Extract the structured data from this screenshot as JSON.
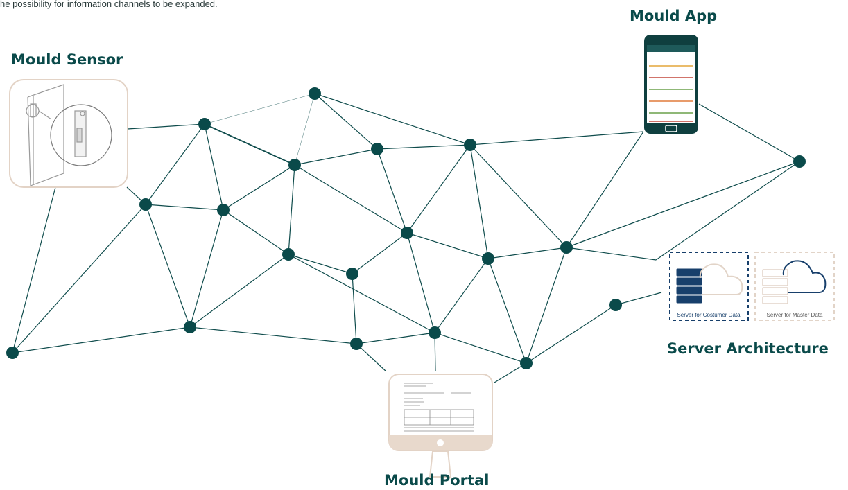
{
  "caption": "he possibility for information channels to be expanded.",
  "headings": {
    "sensor": "Mould Sensor",
    "app": "Mould App",
    "server": "Server Architecture",
    "portal": "Mould Portal"
  },
  "servers": {
    "customer": "Server for Costumer Data",
    "master": "Server for Master Data"
  },
  "colors": {
    "node": "#0a4a4a",
    "edge": "#0f4c4c",
    "panel_border": "#e3d3c6",
    "panel_fill": "#e8d9cc",
    "server_dark": "#173f6b",
    "server_light": "#e2d4c8"
  },
  "icons": [
    "mould-sensor-illustration",
    "smartphone-icon",
    "server-icon",
    "cloud-icon",
    "monitor-icon"
  ]
}
